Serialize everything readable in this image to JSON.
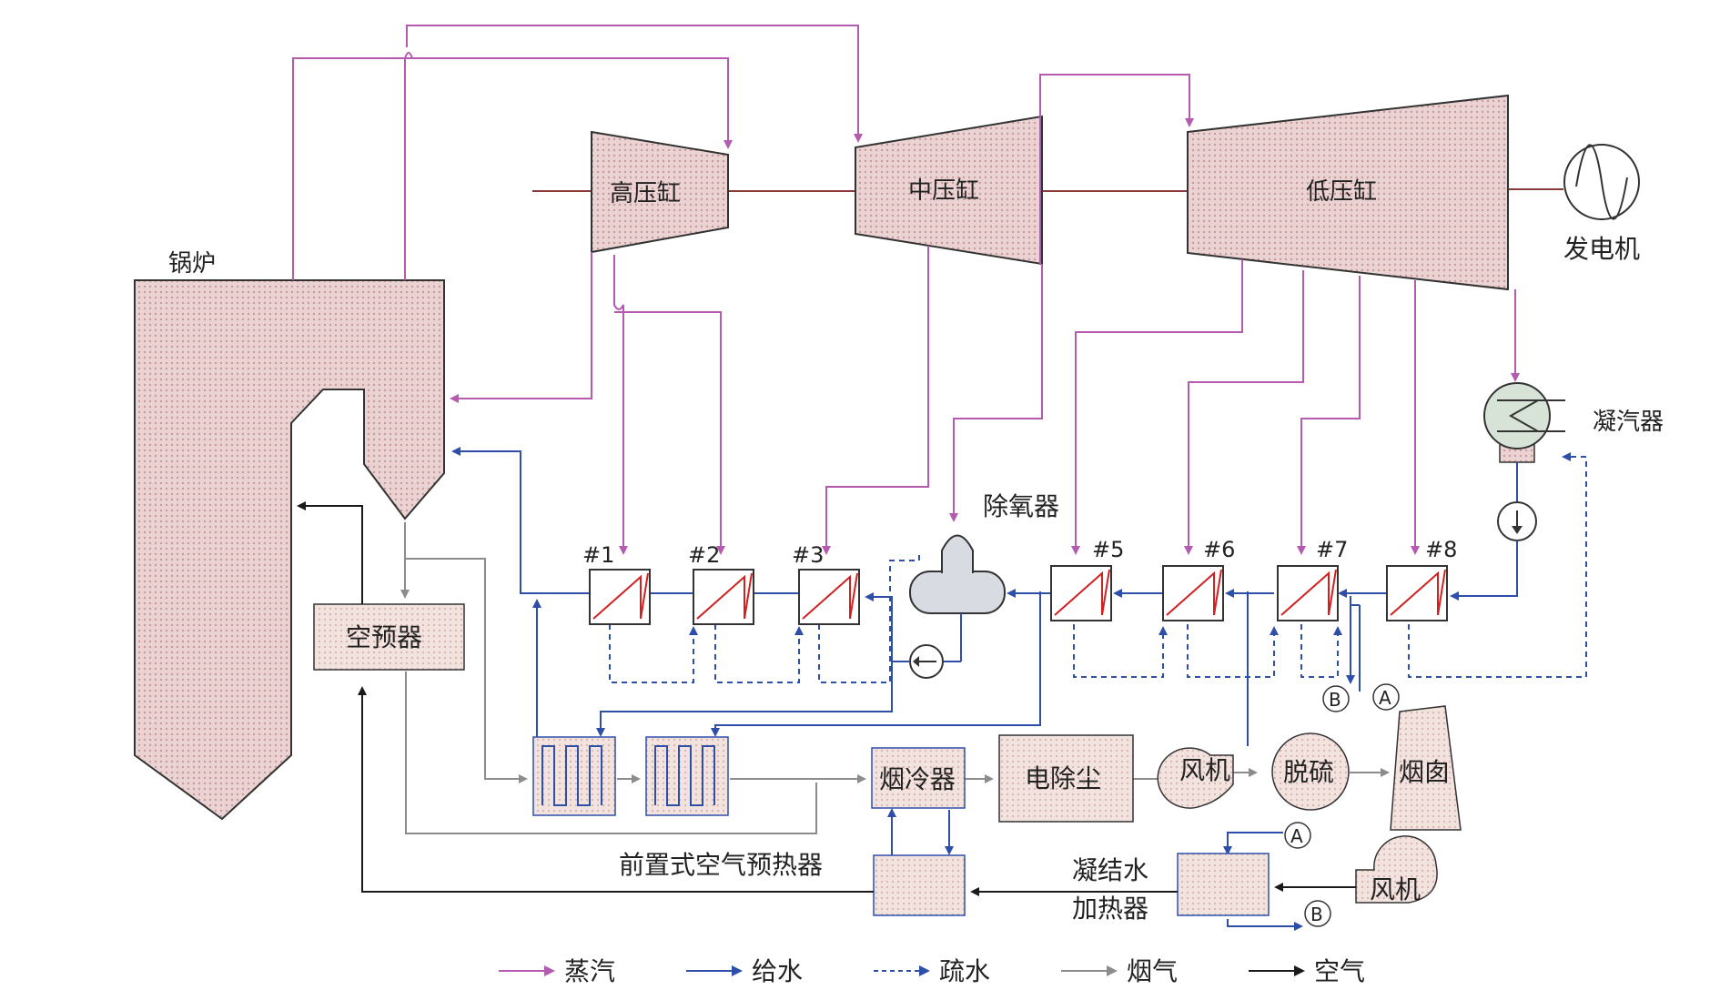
{
  "labels": {
    "boiler": "锅炉",
    "hp_turbine": "高压缸",
    "ip_turbine": "中压缸",
    "lp_turbine": "低压缸",
    "generator": "发电机",
    "condenser": "凝汽器",
    "deaerator": "除氧器",
    "air_preheater": "空预器",
    "flue_cooler": "烟冷器",
    "esp": "电除尘",
    "fan1": "风机",
    "fgd": "脱硫",
    "chimney": "烟囱",
    "front_air_preheater": "前置式空气预热器",
    "condensate_heater_line1": "凝结水",
    "condensate_heater_line2": "加热器",
    "fan2": "风机",
    "marker_a": "A",
    "marker_b": "B",
    "h1": "#1",
    "h2": "#2",
    "h3": "#3",
    "h5": "#5",
    "h6": "#6",
    "h7": "#7",
    "h8": "#8"
  },
  "legend": [
    {
      "label": "蒸汽",
      "color": "#b45bb0",
      "style": "solid"
    },
    {
      "label": "给水",
      "color": "#2e4fa8",
      "style": "solid"
    },
    {
      "label": "疏水",
      "color": "#2e4fa8",
      "style": "dashed"
    },
    {
      "label": "烟气",
      "color": "#8c8c8c",
      "style": "solid"
    },
    {
      "label": "空气",
      "color": "#1a1a1a",
      "style": "solid"
    }
  ],
  "colors": {
    "steam": "#b45bb0",
    "feedwater": "#2e4fa8",
    "flue_gas": "#8c8c8c",
    "air": "#1a1a1a",
    "shaft": "#8b3a3a",
    "fill_equipment": "#ecd3d3",
    "fill_box": "#f4e4e0",
    "heater_zigzag": "#d02020"
  }
}
